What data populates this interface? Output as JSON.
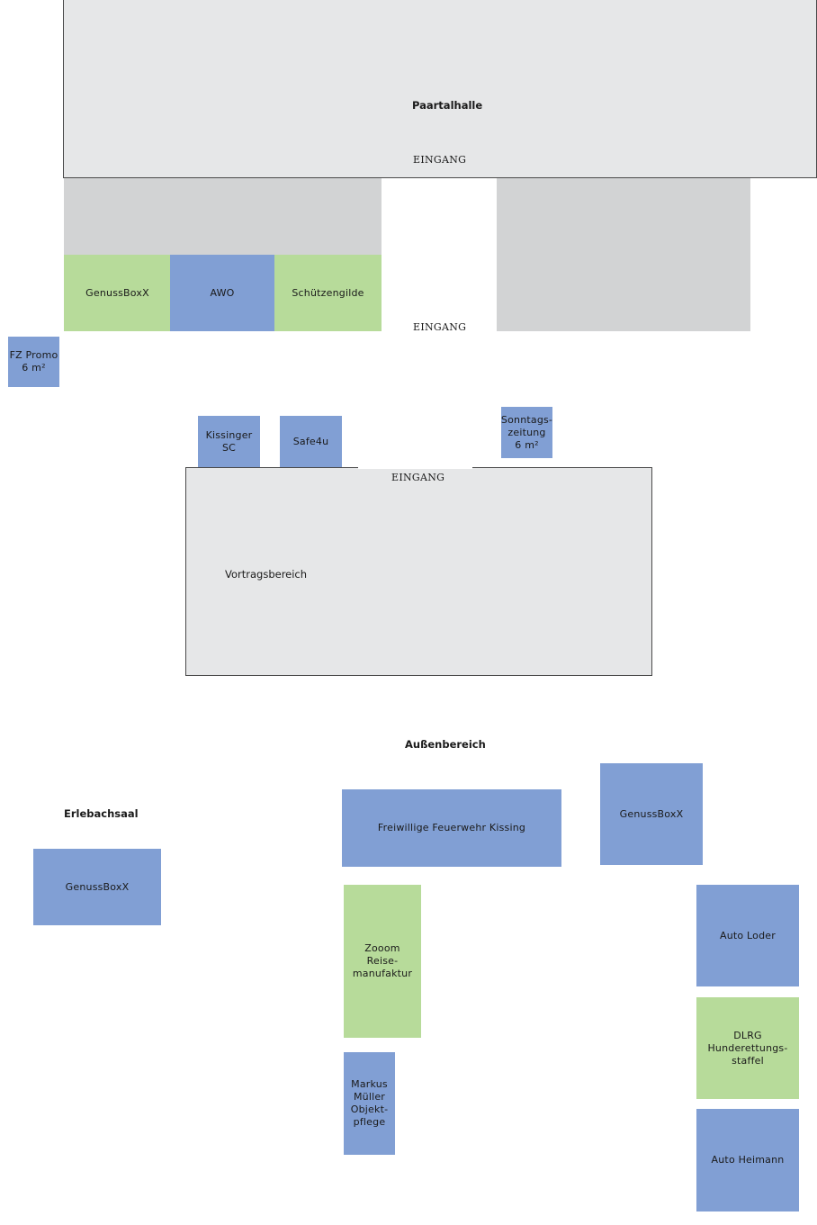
{
  "colors": {
    "blue_booth": "#819fd4",
    "green_booth": "#b7db9a",
    "hall": "#e6e7e8",
    "grey_area": "#d2d3d4"
  },
  "halls": {
    "paartalhalle": {
      "name": "Paartalhalle",
      "entrance": "EINGANG"
    },
    "middle_entrance": "EINGANG",
    "vortrag": {
      "name": "Vortragsbereich",
      "entrance": "EINGANG"
    }
  },
  "areas": {
    "aussen": "Außenbereich",
    "erlebach": "Erlebachsaal"
  },
  "booths": {
    "genussboxx_top": "GenussBoxX",
    "awo": "AWO",
    "schuetzengilde": "Schützengilde",
    "fz_promo": "FZ Promo\n6 m²",
    "kissinger_sc": "Kissinger SC",
    "safe4u": "Safe4u",
    "sonntagszeitung": "Sonntags-\nzeitung\n6 m²",
    "feuerwehr": "Freiwillige Feuerwehr Kissing",
    "genussboxx_outdoor": "GenussBoxX",
    "genussboxx_erlebach": "GenussBoxX",
    "zooom": "Zooom\nReise-\nmanufaktur",
    "markus_mueller": "Markus\nMüller\nObjekt-\npflege",
    "auto_loder": "Auto Loder",
    "dlrg": "DLRG\nHunderettungs-\nstaffel",
    "auto_heimann": "Auto Heimann"
  }
}
